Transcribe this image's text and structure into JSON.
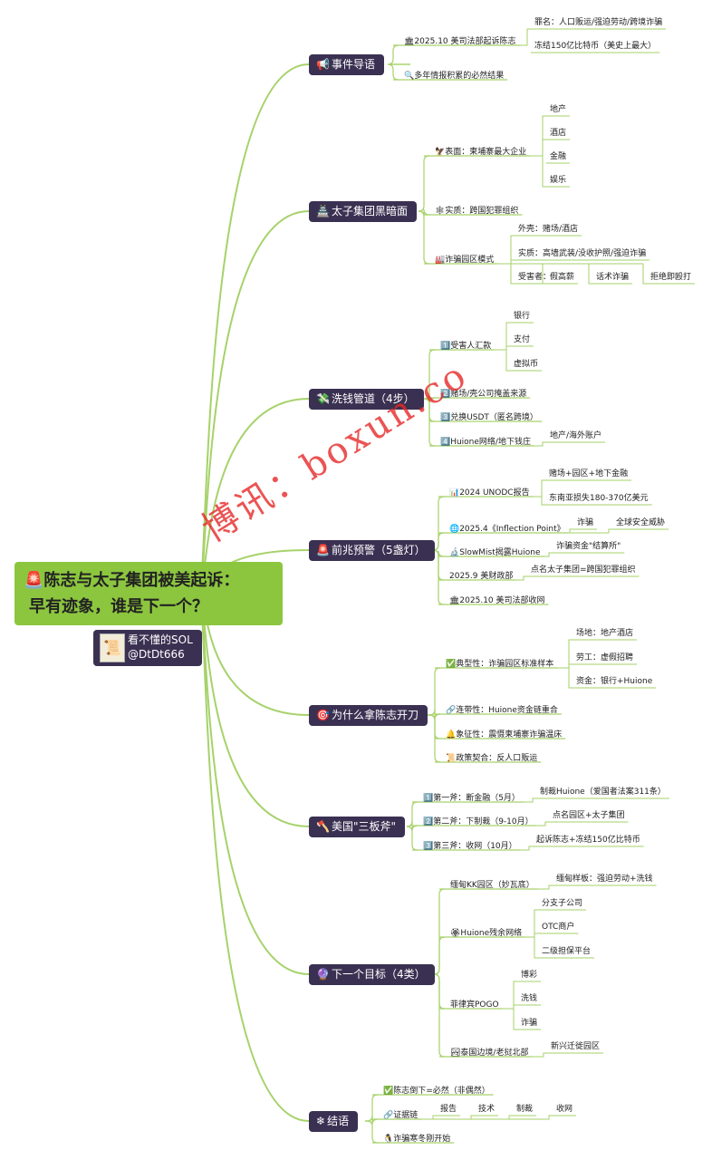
{
  "title": {
    "line1": "陈志与太子集团被美起诉：",
    "line2": "早有迹象，谁是下一个？",
    "icon": "🚨"
  },
  "author": {
    "name": "看不懂的SOL",
    "handle": "@DtDt666"
  },
  "watermark": "博讯：boxun.co",
  "colors": {
    "root": "#8cc63f",
    "branch": "#3a3152",
    "link": "#a6d26a"
  },
  "branches": [
    {
      "icon": "📢",
      "label": "事件导语",
      "sub": [
        {
          "label": "🏛2025.10 美司法部起诉陈志",
          "leaves": [
            "罪名：人口贩运/强迫劳动/跨境诈骗",
            "冻结150亿比特币（美史上最大）"
          ]
        },
        {
          "label": "🔍多年情报积累的必然结果"
        }
      ]
    },
    {
      "icon": "🏯",
      "label": "太子集团黑暗面",
      "sub": [
        {
          "label": "🦅表面：柬埔寨最大企业",
          "leaves": [
            "地产",
            "酒店",
            "金融",
            "娱乐"
          ]
        },
        {
          "label": "🕸实质：跨国犯罪组织"
        },
        {
          "label": "🏭诈骗园区模式",
          "leaves": [
            "外壳：赌场/酒店",
            "实质：高墙武装/没收护照/强迫诈骗",
            "受害者：",
            "假高薪",
            "话术诈骗",
            "拒绝即殴打"
          ]
        }
      ]
    },
    {
      "icon": "💸",
      "label": "洗钱管道（4步）",
      "sub": [
        {
          "label": "1️⃣受害人汇款",
          "leaves": [
            "银行",
            "支付",
            "虚拟币"
          ]
        },
        {
          "label": "2️⃣赌场/壳公司掩盖来源"
        },
        {
          "label": "3️⃣兑换USDT（匿名跨境）"
        },
        {
          "label": "4️⃣Huione网络/地下钱庄",
          "leaves": [
            "地产/海外账户"
          ]
        }
      ]
    },
    {
      "icon": "🚨",
      "label": "前兆预警（5盏灯）",
      "sub": [
        {
          "label": "📊2024 UNODC报告",
          "leaves": [
            "赌场+园区+地下金融",
            "东南亚损失180-370亿美元"
          ]
        },
        {
          "label": "🌐2025.4《Inflection Point》",
          "leaves": [
            "诈骗",
            "全球安全威胁"
          ]
        },
        {
          "label": "🔬SlowMist揭露Huione",
          "leaves": [
            "诈骗资金\"结算所\""
          ]
        },
        {
          "label": "2025.9 美财政部",
          "leaves": [
            "点名太子集团=跨国犯罪组织"
          ]
        },
        {
          "label": "🏛2025.10 美司法部收网"
        }
      ]
    },
    {
      "icon": "🎯",
      "label": "为什么拿陈志开刀",
      "sub": [
        {
          "label": "✅典型性：诈骗园区标准样本",
          "leaves": [
            "场地：地产酒店",
            "劳工：虚假招聘",
            "资金：银行+Huione"
          ]
        },
        {
          "label": "🔗连带性：Huione资金链重合"
        },
        {
          "label": "🔔象征性：震慑柬埔寨诈骗温床"
        },
        {
          "label": "📜政策契合：反人口贩运"
        }
      ]
    },
    {
      "icon": "🪓",
      "label": "美国\"三板斧\"",
      "sub": [
        {
          "label": "1️⃣第一斧：断金融（5月）",
          "leaves": [
            "制裁Huione（爱国者法案311条）"
          ]
        },
        {
          "label": "2️⃣第二斧：下制裁（9-10月）",
          "leaves": [
            "点名园区+太子集团"
          ]
        },
        {
          "label": "3️⃣第三斧：收网（10月）",
          "leaves": [
            "起诉陈志+冻结150亿比特币"
          ]
        }
      ]
    },
    {
      "icon": "🔮",
      "label": "下一个目标（4类）",
      "sub": [
        {
          "label": "缅甸KK园区（妙瓦底）",
          "leaves": [
            "缅甸样板：强迫劳动+洗钱"
          ]
        },
        {
          "label": "🏵Huione残余网络",
          "leaves": [
            "分支子公司",
            "OTC商户",
            "二级担保平台"
          ]
        },
        {
          "label": "菲律宾POGO",
          "leaves": [
            "博彩",
            "洗钱",
            "诈骗"
          ]
        },
        {
          "label": "🏞泰国边境/老挝北部",
          "leaves": [
            "新兴迁徙园区"
          ]
        }
      ]
    },
    {
      "icon": "❄",
      "label": "结语",
      "sub": [
        {
          "label": "✅陈志倒下=必然（非偶然）"
        },
        {
          "label": "🔗证据链",
          "leaves": [
            "报告",
            "技术",
            "制裁",
            "收网"
          ]
        },
        {
          "label": "🐧诈骗寒冬刚开始"
        }
      ]
    }
  ]
}
